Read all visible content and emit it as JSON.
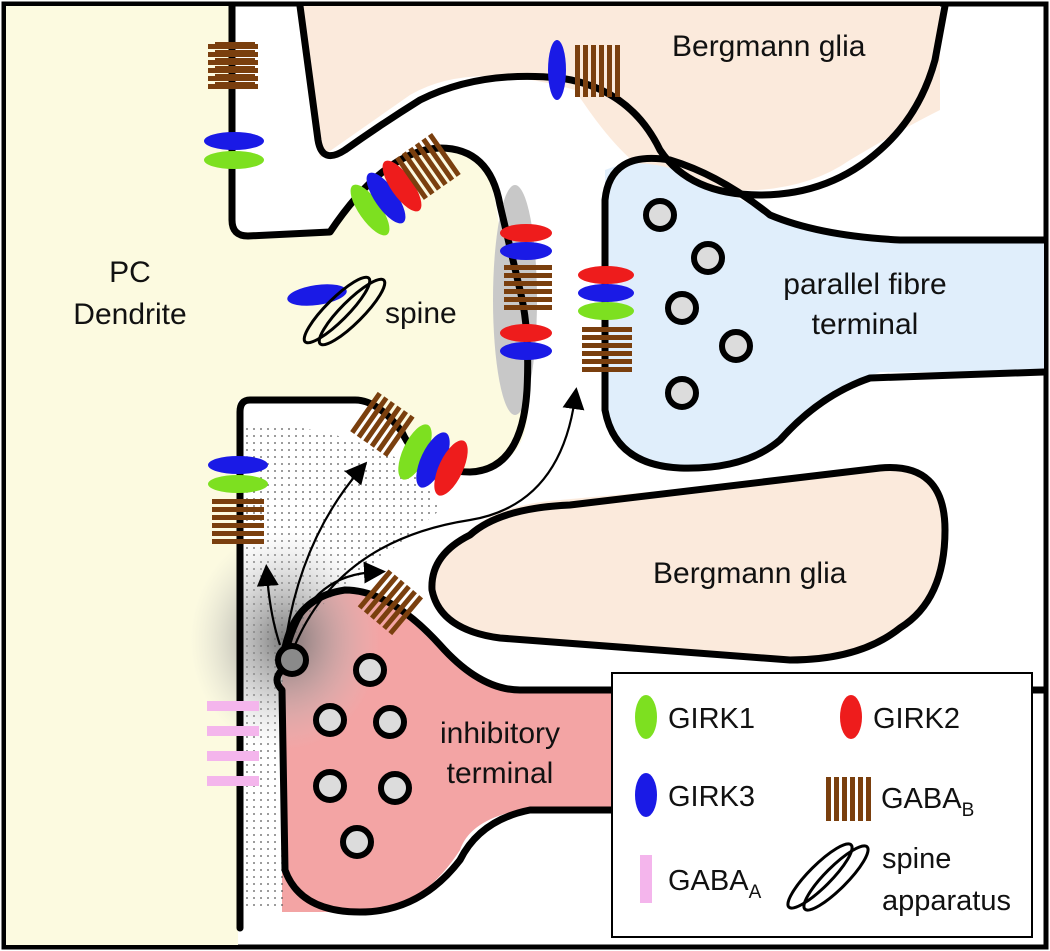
{
  "labels": {
    "pc_dendrite_1": "PC",
    "pc_dendrite_2": "Dendrite",
    "glia_top": "Bergmann glia",
    "glia_bottom": "Bergmann glia",
    "spine": "spine",
    "pf_1": "parallel fibre",
    "pf_2": "terminal",
    "inh_1": "inhibitory",
    "inh_2": "terminal"
  },
  "legend": {
    "girk1": "GIRK1",
    "girk2": "GIRK2",
    "girk3": "GIRK3",
    "gabab": "GABA",
    "gabab_sub": "B",
    "gabaa": "GABA",
    "gabaa_sub": "A",
    "apparatus_1": "spine",
    "apparatus_2": "apparatus"
  },
  "colors": {
    "girk1": "#7de020",
    "girk2": "#ee1c1c",
    "girk3": "#1a1ae6",
    "gabab": "#7a3f0e",
    "gabaa": "#f4b5ec",
    "dendrite_fill": "#fcfae0",
    "glia_fill": "#fbeadc",
    "parallel_fibre_fill": "#e0eefb",
    "inhibitory_fill": "#f3a4a4"
  }
}
